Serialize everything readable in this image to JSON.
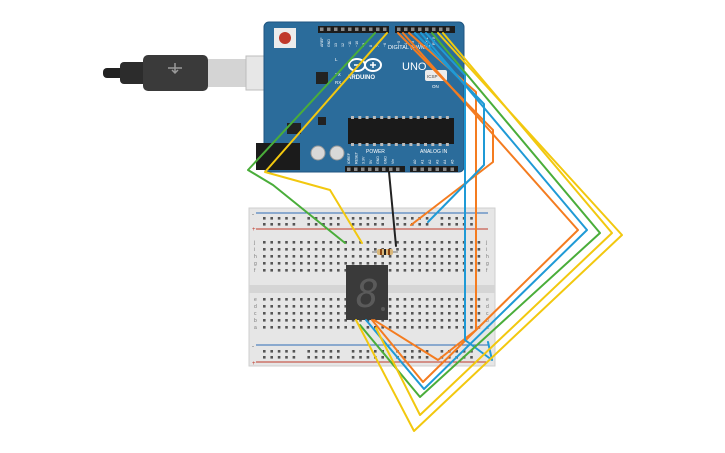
{
  "board": {
    "brand_label": "ARDUINO",
    "model_label": "UNO",
    "digital_header_label": "DIGITAL (PWM~)",
    "power_label": "POWER",
    "analog_label": "ANALOG IN",
    "top_pin_labels": [
      "AREF",
      "GND",
      "13",
      "12",
      "~11",
      "~10",
      "~9",
      "8",
      "7",
      "~6",
      "~5",
      "4",
      "~3",
      "2",
      "TX 1",
      "RX 0"
    ],
    "power_pin_labels": [
      "IOREF",
      "RESET",
      "3.3V",
      "5V",
      "GND",
      "GND",
      "Vin"
    ],
    "analog_pin_labels": [
      "A0",
      "A1",
      "A2",
      "A3",
      "A4",
      "A5"
    ],
    "led_labels": [
      "L",
      "TX",
      "RX"
    ],
    "on_label": "ON",
    "icsp_label": "ICSP"
  },
  "breadboard": {
    "row_letters_top": [
      "j",
      "i",
      "h",
      "g",
      "f"
    ],
    "row_letters_bottom": [
      "e",
      "d",
      "c",
      "b",
      "a"
    ],
    "rail_plus": "+",
    "rail_minus": "-"
  },
  "display": {
    "shown_digit": "8"
  },
  "colors": {
    "board_blue": "#2b6c9b",
    "wire_orange": "#f47c20",
    "wire_blue": "#1f9ad6",
    "wire_green": "#4aad3a",
    "wire_yellow": "#f2c80f",
    "wire_black": "#222222",
    "breadboard_body": "#e6e6e6",
    "rail_red": "#c0392b",
    "rail_blue": "#2d6cb5"
  }
}
